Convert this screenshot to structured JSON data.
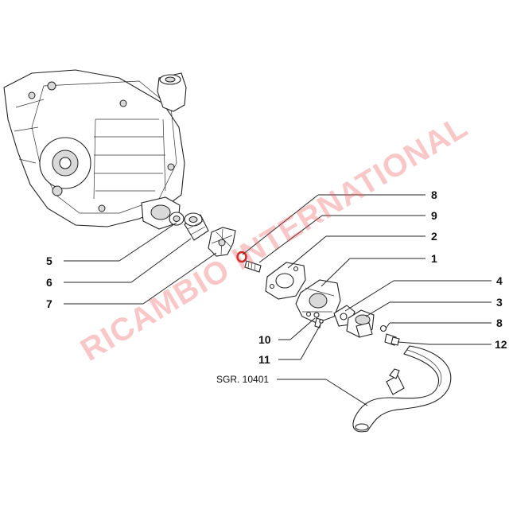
{
  "diagram": {
    "callouts": [
      "8",
      "9",
      "2",
      "1",
      "4",
      "3",
      "8",
      "12",
      "5",
      "6",
      "7",
      "10",
      "11"
    ],
    "reference": "SGR. 10401",
    "watermark": "RICAMBIO INTERNATIONAL",
    "watermark_color": "#eb5050"
  }
}
